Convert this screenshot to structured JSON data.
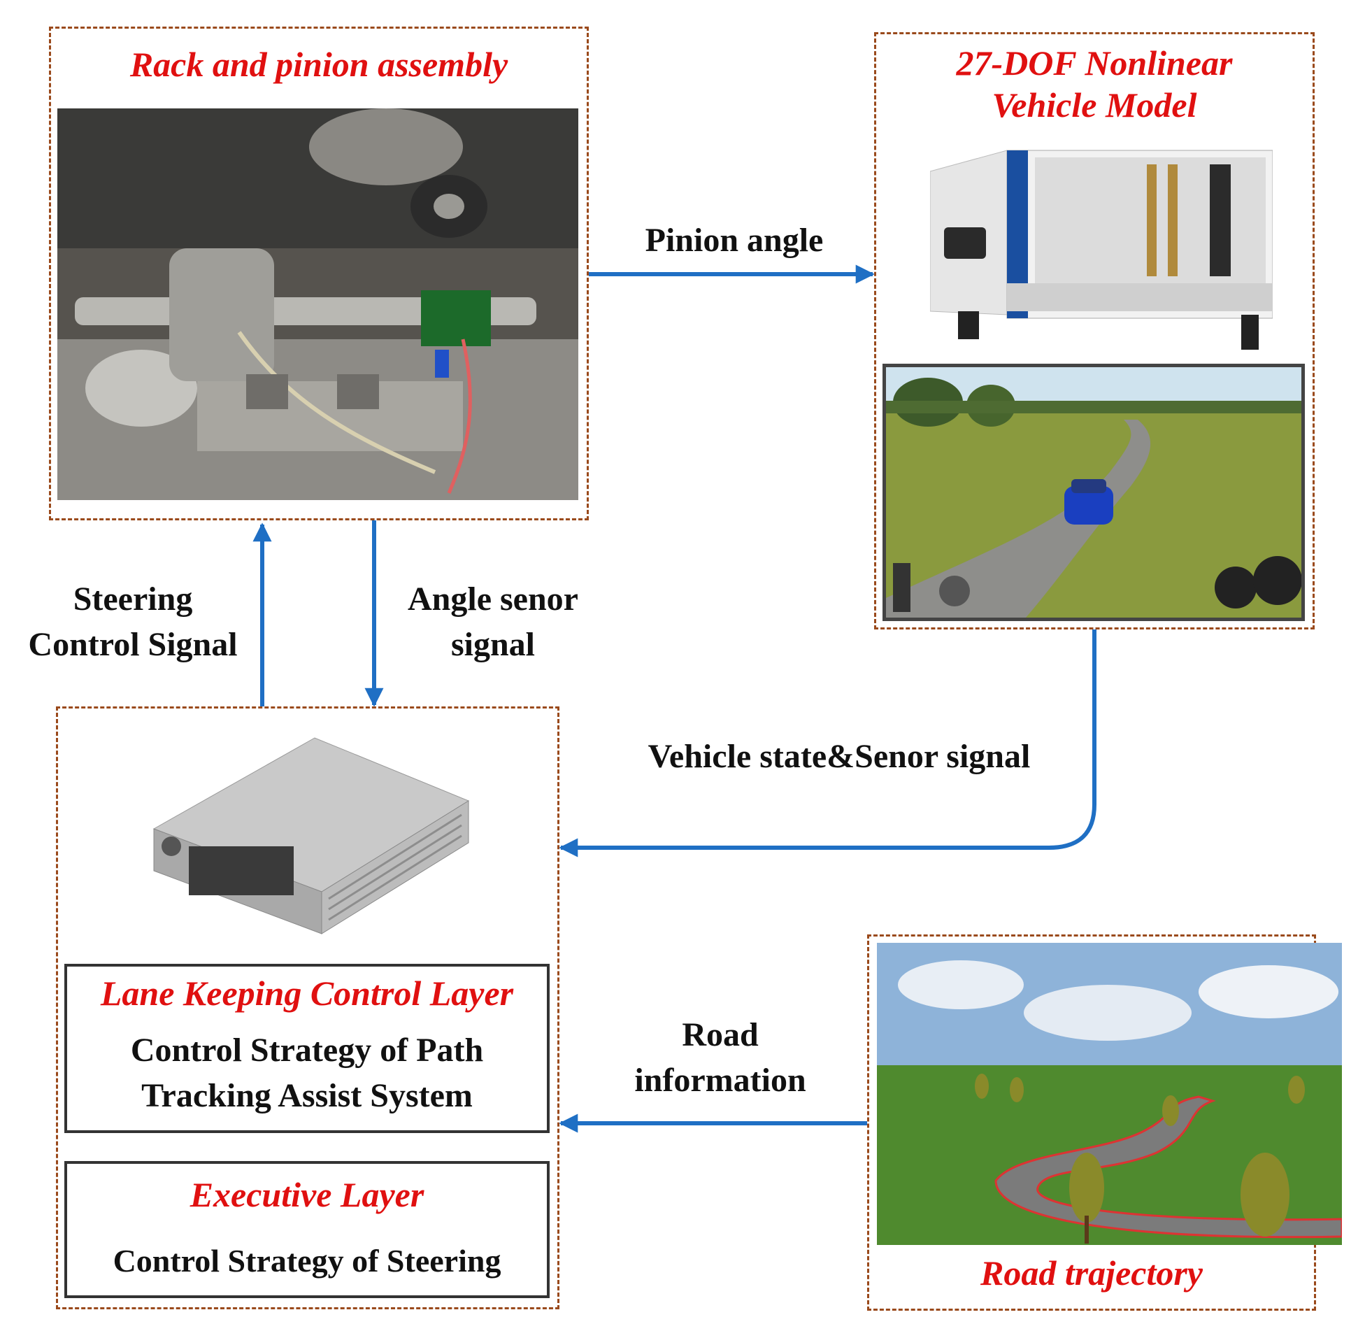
{
  "rack": {
    "title": "Rack and pinion assembly"
  },
  "vehicle_model": {
    "title_line1": "27-DOF Nonlinear",
    "title_line2": "Vehicle Model"
  },
  "controller": {
    "lane_layer_title": "Lane Keeping Control Layer",
    "lane_layer_line1": "Control Strategy of Path",
    "lane_layer_line2": "Tracking Assist System",
    "exec_layer_title": "Executive Layer",
    "exec_layer_text": "Control Strategy of Steering"
  },
  "road": {
    "title": "Road trajectory"
  },
  "arrows": {
    "pinion_angle": "Pinion angle",
    "steering_line1": "Steering",
    "steering_line2": "Control Signal",
    "angle_line1": "Angle senor",
    "angle_line2": "signal",
    "vehicle_state": "Vehicle state&Senor signal",
    "road_line1": "Road",
    "road_line2": "information"
  },
  "colors": {
    "arrow": "#1f6fc4",
    "dash_border": "#9a4a1c",
    "title_red": "#e01010"
  }
}
